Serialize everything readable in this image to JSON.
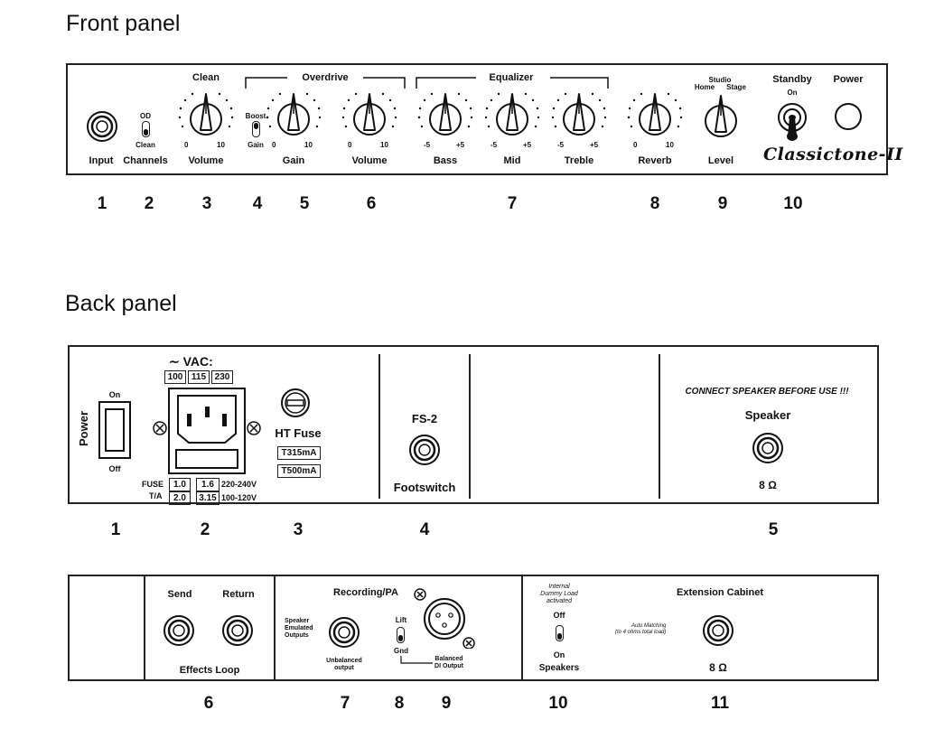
{
  "front": {
    "heading": "Front panel",
    "input": "Input",
    "channels": {
      "label": "Channels",
      "top": "OD",
      "bottom": "Clean"
    },
    "clean_title": "Clean",
    "overdrive_title": "Overdrive",
    "equalizer_title": "Equalizer",
    "boost": {
      "top": "Boost",
      "bottom": "Gain"
    },
    "knobs": [
      {
        "label": "Volume",
        "min": "0",
        "max": "10"
      },
      {
        "label": "Gain",
        "min": "0",
        "max": "10"
      },
      {
        "label": "Volume",
        "min": "0",
        "max": "10"
      },
      {
        "label": "Bass",
        "min": "-5",
        "max": "+5"
      },
      {
        "label": "Mid",
        "min": "-5",
        "max": "+5"
      },
      {
        "label": "Treble",
        "min": "-5",
        "max": "+5"
      },
      {
        "label": "Reverb",
        "min": "0",
        "max": "10"
      }
    ],
    "level": {
      "label": "Level",
      "home": "Home",
      "studio": "Studio",
      "stage": "Stage"
    },
    "standby": "Standby",
    "on": "On",
    "power": "Power",
    "brand": "Classictone-II",
    "numbers": [
      "1",
      "2",
      "3",
      "4",
      "5",
      "6",
      "7",
      "8",
      "9",
      "10"
    ]
  },
  "back": {
    "heading": "Back panel",
    "power": {
      "label": "Power",
      "on": "On",
      "off": "Off"
    },
    "vac": "VAC:",
    "voltages": [
      "100",
      "115",
      "230"
    ],
    "fuse": {
      "label": "FUSE",
      "ta": "T/A",
      "r1": [
        "1.0",
        "1.6"
      ],
      "r2": [
        "2.0",
        "3.15"
      ],
      "v1": "220-240V",
      "v2": "100-120V"
    },
    "ht_fuse": {
      "label": "HT Fuse",
      "f1": "T315mA",
      "f2": "T500mA"
    },
    "fs2": "FS-2",
    "footswitch": "Footswitch",
    "warning": "CONNECT SPEAKER BEFORE USE !!!",
    "speaker": "Speaker",
    "ohm": "8 Ω",
    "numbers1": [
      "1",
      "2",
      "3",
      "4",
      "5"
    ],
    "send": "Send",
    "return": "Return",
    "effects_loop": "Effects Loop",
    "recording": "Recording/PA",
    "speaker_emulated": [
      "Speaker",
      "Emulated",
      "Outputs"
    ],
    "unbalanced": [
      "Unbalanced",
      "output"
    ],
    "lift": "Lift",
    "gnd": "Gnd",
    "balanced": [
      "Balanced",
      "DI Output"
    ],
    "dummy": [
      "Internal",
      "Dummy Load",
      "activated"
    ],
    "off": "Off",
    "on": "On",
    "speakers": "Speakers",
    "ext_cab": "Extension Cabinet",
    "auto": [
      "Auto Matching",
      "(to 4 ohms total load)"
    ],
    "ext_ohm": "8 Ω",
    "numbers2": [
      "6",
      "7",
      "8",
      "9",
      "10",
      "11"
    ]
  }
}
